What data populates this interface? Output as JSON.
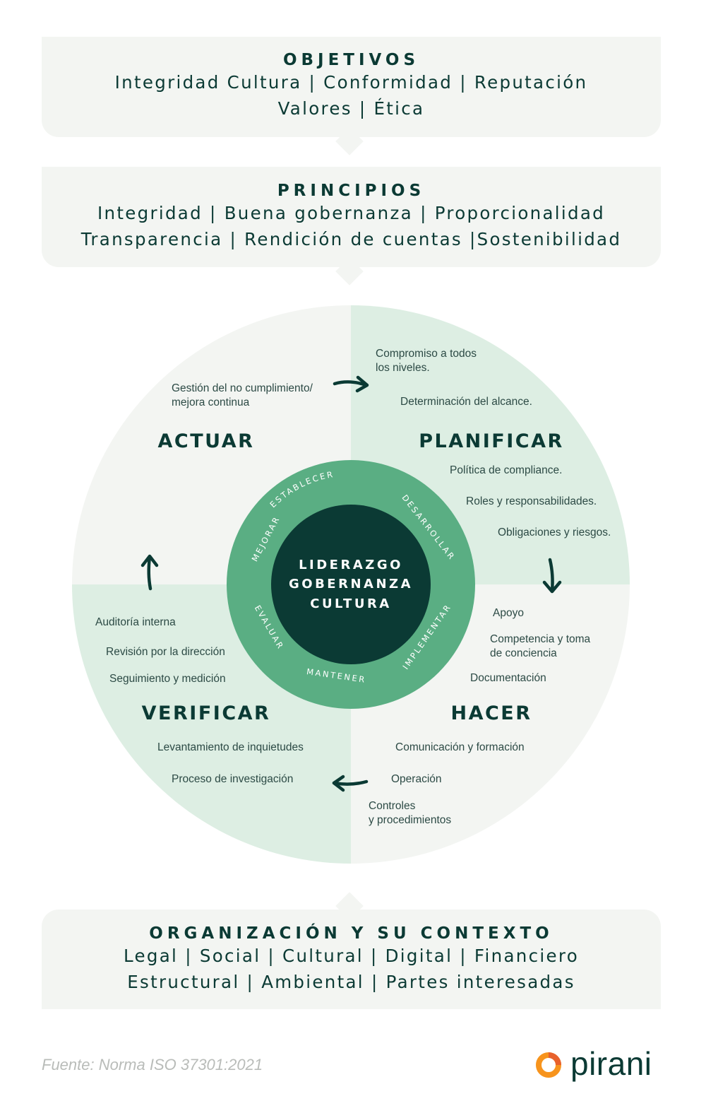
{
  "objectives": {
    "title": "OBJETIVOS",
    "lines": [
      "Integridad Cultura | Conformidad | Reputación",
      "Valores | Ética"
    ]
  },
  "principles": {
    "title": "PRINCIPIOS",
    "lines": [
      "Integridad | Buena gobernanza | Proporcionalidad",
      "Transparencia | Rendición de cuentas |Sostenibilidad"
    ]
  },
  "cycle": {
    "colors": {
      "light": "#f3f5f2",
      "mint": "#ddeee3",
      "ring": "#5aae83",
      "core": "#0b3a34"
    },
    "quadrants": {
      "actuar": {
        "title": "ACTUAR",
        "notes": [
          "Gestión del no cumplimiento/",
          "mejora continua"
        ]
      },
      "planificar": {
        "title": "PLANIFICAR",
        "notes": [
          "Compromiso a todos",
          "los niveles.",
          "Determinación del alcance.",
          "Política de compliance.",
          "Roles y responsabilidades.",
          "Obligaciones y riesgos."
        ]
      },
      "hacer": {
        "title": "HACER",
        "notes": [
          "Apoyo",
          "Competencia y toma",
          "de conciencia",
          "Documentación",
          "Comunicación y formación",
          "Operación",
          "Controles",
          "y procedimientos"
        ]
      },
      "verificar": {
        "title": "VERIFICAR",
        "notes": [
          "Auditoría interna",
          "Revisión por la dirección",
          "Seguimiento y medición",
          "Levantamiento de inquietudes",
          "Proceso de investigación"
        ]
      }
    },
    "core_lines": [
      "LIDERAZGO",
      "GOBERNANZA",
      "CULTURA"
    ],
    "ring_words": [
      "ESTABLECER",
      "DESARROLLAR",
      "IMPLEMENTAR",
      "MANTENER",
      "EVALUAR",
      "MEJORAR"
    ],
    "arrow_icon": "curved-arrow-icon"
  },
  "organization": {
    "title": "ORGANIZACIÓN Y SU CONTEXTO",
    "lines": [
      "Legal | Social | Cultural | Digital | Financiero",
      "Estructural | Ambiental | Partes interesadas"
    ]
  },
  "footer": {
    "source": "Fuente: Norma ISO 37301:2021",
    "brand": "pirani",
    "brand_colors": {
      "mark": "#f7941d",
      "mark_accent": "#e8612c",
      "text": "#0b3a34"
    }
  }
}
